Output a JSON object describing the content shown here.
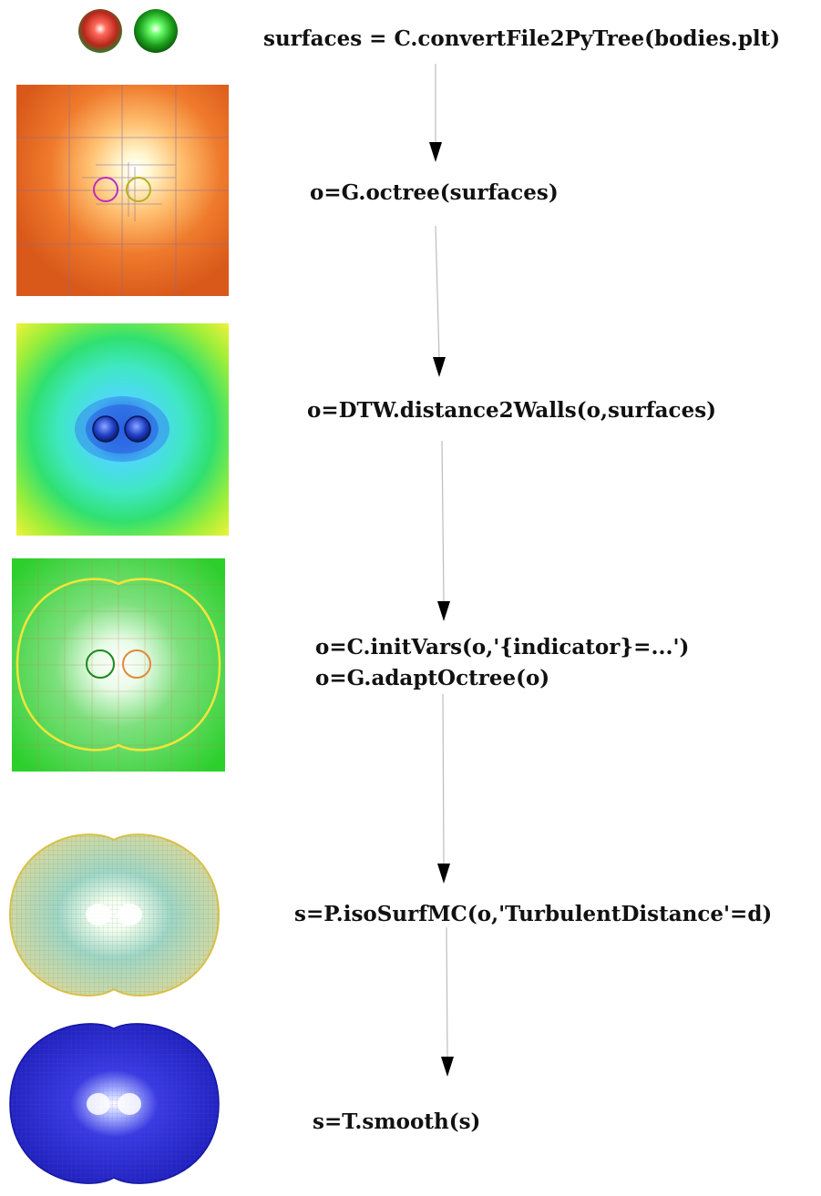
{
  "diagram": {
    "steps": [
      {
        "id": "load",
        "lines": [
          "surfaces = C.convertFile2PyTree(bodies.plt)"
        ]
      },
      {
        "id": "octree",
        "lines": [
          "o=G.octree(surfaces)"
        ]
      },
      {
        "id": "distance",
        "lines": [
          "o=DTW.distance2Walls(o,surfaces)"
        ]
      },
      {
        "id": "adapt",
        "lines": [
          "o=C.initVars(o,'{indicator}=...')",
          "o=G.adaptOctree(o)"
        ]
      },
      {
        "id": "iso",
        "lines": [
          "s=P.isoSurfMC(o,'TurbulentDistance'=d)"
        ]
      },
      {
        "id": "smooth",
        "lines": [
          "s=T.smooth(s)"
        ]
      }
    ],
    "colors": {
      "arrow": "#000000",
      "arrow_line": "#bdbdbd",
      "orange": "#e0651a",
      "red_sphere": "#c0392b",
      "green_sphere": "#2fbf2f",
      "distance_far": "#f7f23a",
      "distance_mid": "#2ee06a",
      "distance_near": "#4fe9f2",
      "indicator_bg": "#2ccf2c",
      "iso_mesh": "#e9f4d0",
      "smooth_blue": "#2323c8"
    }
  }
}
